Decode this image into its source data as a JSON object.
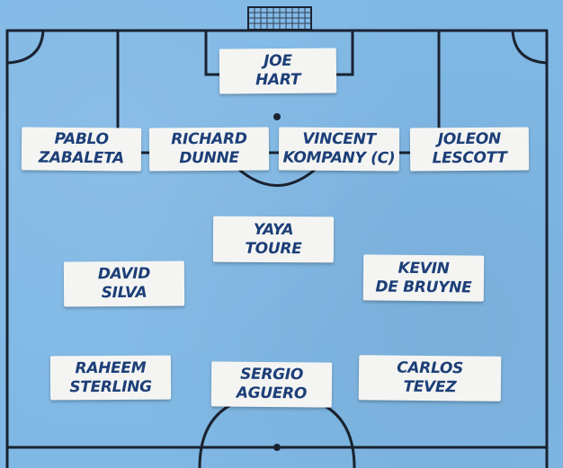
{
  "lineup": {
    "goalkeeper": {
      "first": "Joe",
      "last": "Hart"
    },
    "defenders": [
      {
        "first": "Pablo",
        "last": "Zabaleta"
      },
      {
        "first": "Richard",
        "last": "Dunne"
      },
      {
        "first": "Vincent",
        "last": "Kompany (C)"
      },
      {
        "first": "Joleon",
        "last": "Lescott"
      }
    ],
    "midfielders": [
      {
        "first": "Yaya",
        "last": "Toure"
      },
      {
        "first": "David",
        "last": "Silva"
      },
      {
        "first": "Kevin",
        "last": "De Bruyne"
      }
    ],
    "forwards": [
      {
        "first": "Raheem",
        "last": "Sterling"
      },
      {
        "first": "Sergio",
        "last": "Aguero"
      },
      {
        "first": "Carlos",
        "last": "Tevez"
      }
    ]
  },
  "colors": {
    "pitch": "#80b8e5",
    "lines": "#1a2230",
    "card": "#f4f5f3",
    "text": "#1d3f78"
  }
}
